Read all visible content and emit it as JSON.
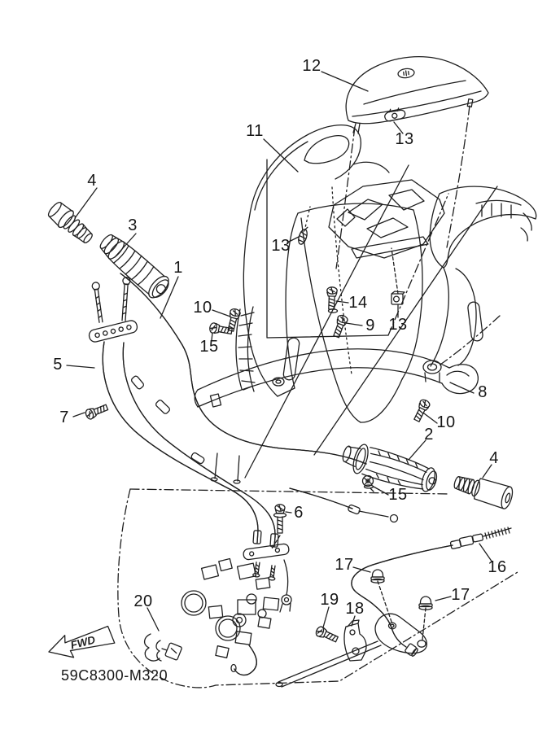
{
  "diagram": {
    "drawing_code": "59C8300-M320",
    "direction_label": "FWD",
    "colors": {
      "ink": "#1f1f1f",
      "background": "#ffffff"
    }
  },
  "callouts": [
    {
      "part": "12"
    },
    {
      "part": "13"
    },
    {
      "part": "11"
    },
    {
      "part": "4"
    },
    {
      "part": "3"
    },
    {
      "part": "1"
    },
    {
      "part": "13"
    },
    {
      "part": "10"
    },
    {
      "part": "14"
    },
    {
      "part": "9"
    },
    {
      "part": "13"
    },
    {
      "part": "15"
    },
    {
      "part": "5"
    },
    {
      "part": "7"
    },
    {
      "part": "8"
    },
    {
      "part": "10"
    },
    {
      "part": "2"
    },
    {
      "part": "4"
    },
    {
      "part": "15"
    },
    {
      "part": "6"
    },
    {
      "part": "17"
    },
    {
      "part": "16"
    },
    {
      "part": "17"
    },
    {
      "part": "19"
    },
    {
      "part": "18"
    },
    {
      "part": "20"
    }
  ]
}
